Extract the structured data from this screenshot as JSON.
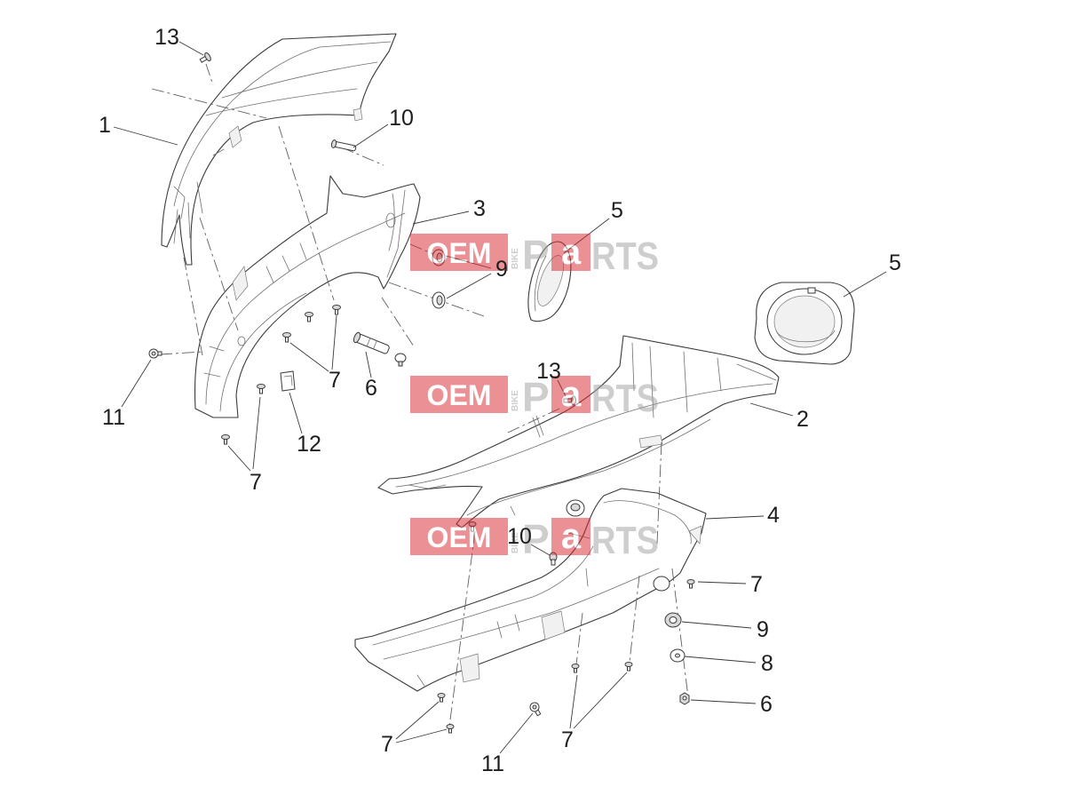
{
  "diagram": {
    "callouts": [
      "13",
      "1",
      "10",
      "3",
      "5",
      "9",
      "5",
      "7",
      "6",
      "11",
      "12",
      "7",
      "13",
      "2",
      "4",
      "10",
      "7",
      "9",
      "8",
      "6",
      "7",
      "11",
      "7"
    ]
  },
  "watermark": {
    "oem": "OEM",
    "bike": "BIKE",
    "p": "P",
    "a": "a",
    "rts": "RTS"
  },
  "colors": {
    "background": "#ffffff",
    "line": "#3a3a3a",
    "callout_text": "#1e1e1e",
    "watermark_red": "#d9262e",
    "watermark_gray": "#9e9e9e"
  }
}
